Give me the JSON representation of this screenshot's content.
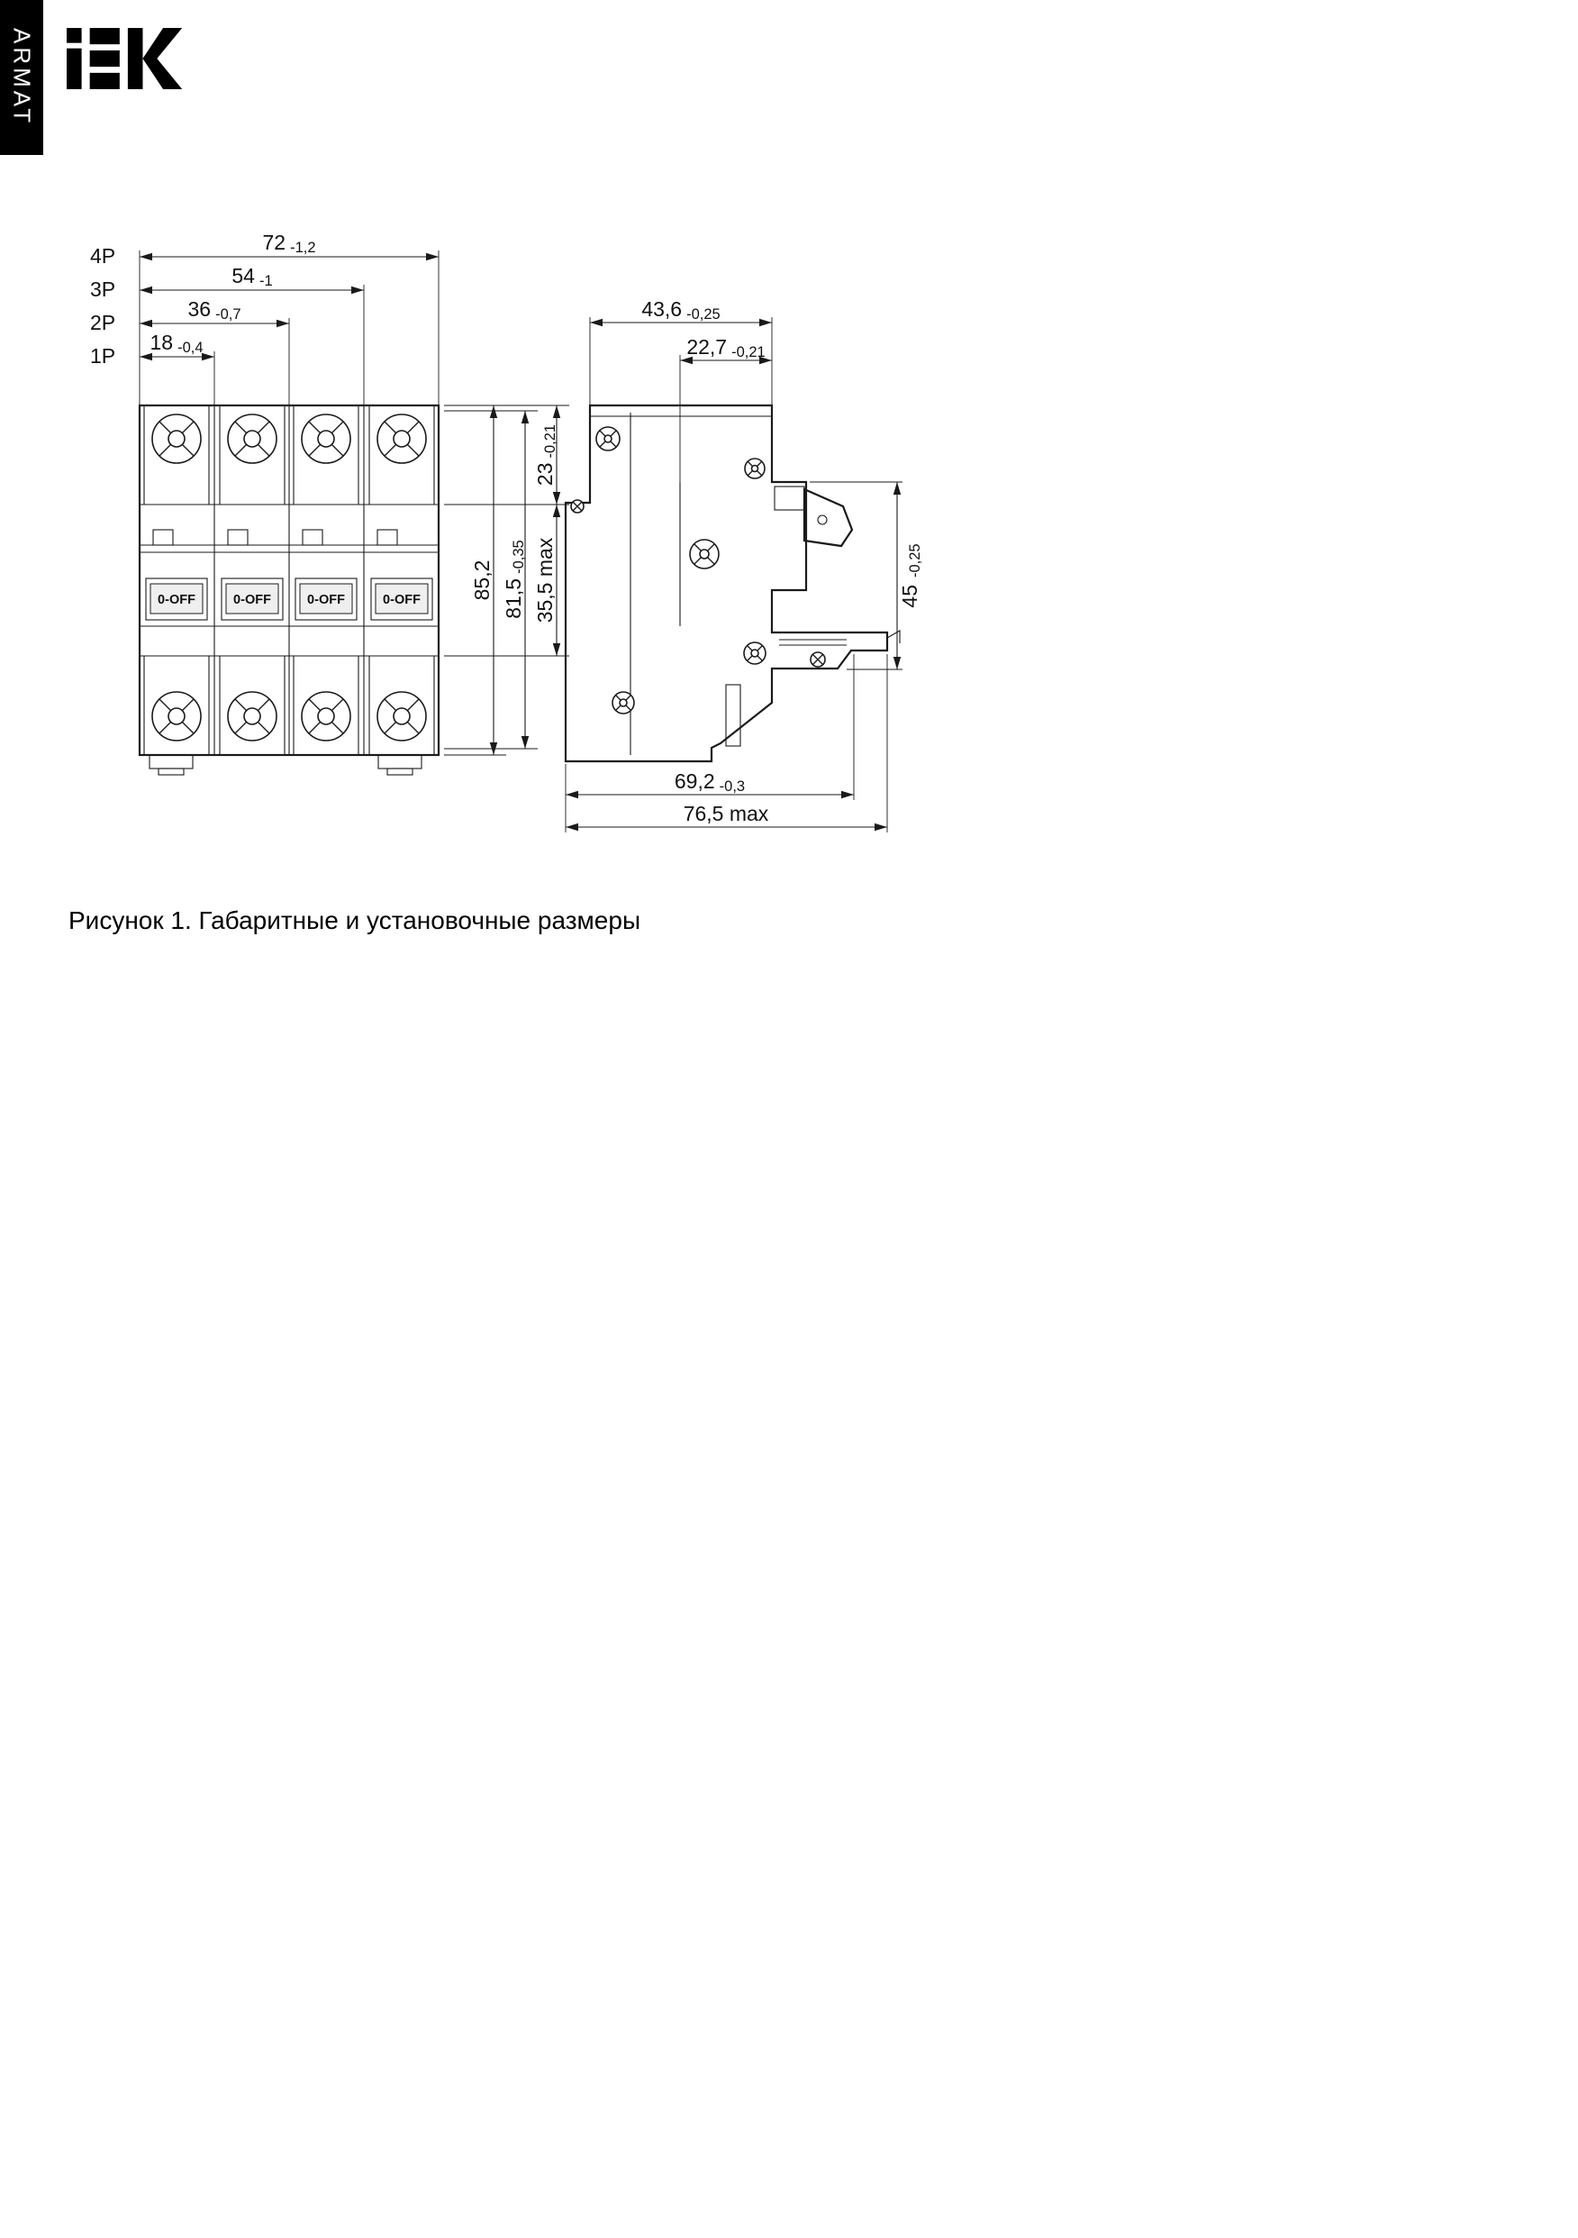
{
  "brand": {
    "logo_text": "iEK",
    "series_label": "ARMAT"
  },
  "caption": "Рисунок 1. Габаритные и установочные размеры",
  "front_view": {
    "toggle_label": "0-OFF"
  },
  "dims": {
    "front_width": [
      {
        "pole": "4P",
        "value": "72",
        "tol": "-1,2"
      },
      {
        "pole": "3P",
        "value": "54",
        "tol": "-1"
      },
      {
        "pole": "2P",
        "value": "36",
        "tol": "-0,7"
      },
      {
        "pole": "1P",
        "value": "18",
        "tol": "-0,4"
      }
    ],
    "height_total": {
      "value": "85,2",
      "tol": ""
    },
    "height_body": {
      "value": "81,5",
      "tol": "-0,35"
    },
    "height_top": {
      "value": "23",
      "tol": "-0,21"
    },
    "height_face": {
      "value": "35,5 max",
      "tol": ""
    },
    "depth_total": {
      "value": "43,6",
      "tol": "-0,25"
    },
    "depth_front": {
      "value": "22,7",
      "tol": "-0,21"
    },
    "panel_height": {
      "value": "45",
      "tol": "-0,25"
    },
    "mount_width": {
      "value": "69,2",
      "tol": "-0,3"
    },
    "width_max": {
      "value": "76,5 max",
      "tol": ""
    }
  },
  "colors": {
    "ink": "#1a1a1a",
    "background": "#ffffff",
    "brand_black": "#000000"
  }
}
